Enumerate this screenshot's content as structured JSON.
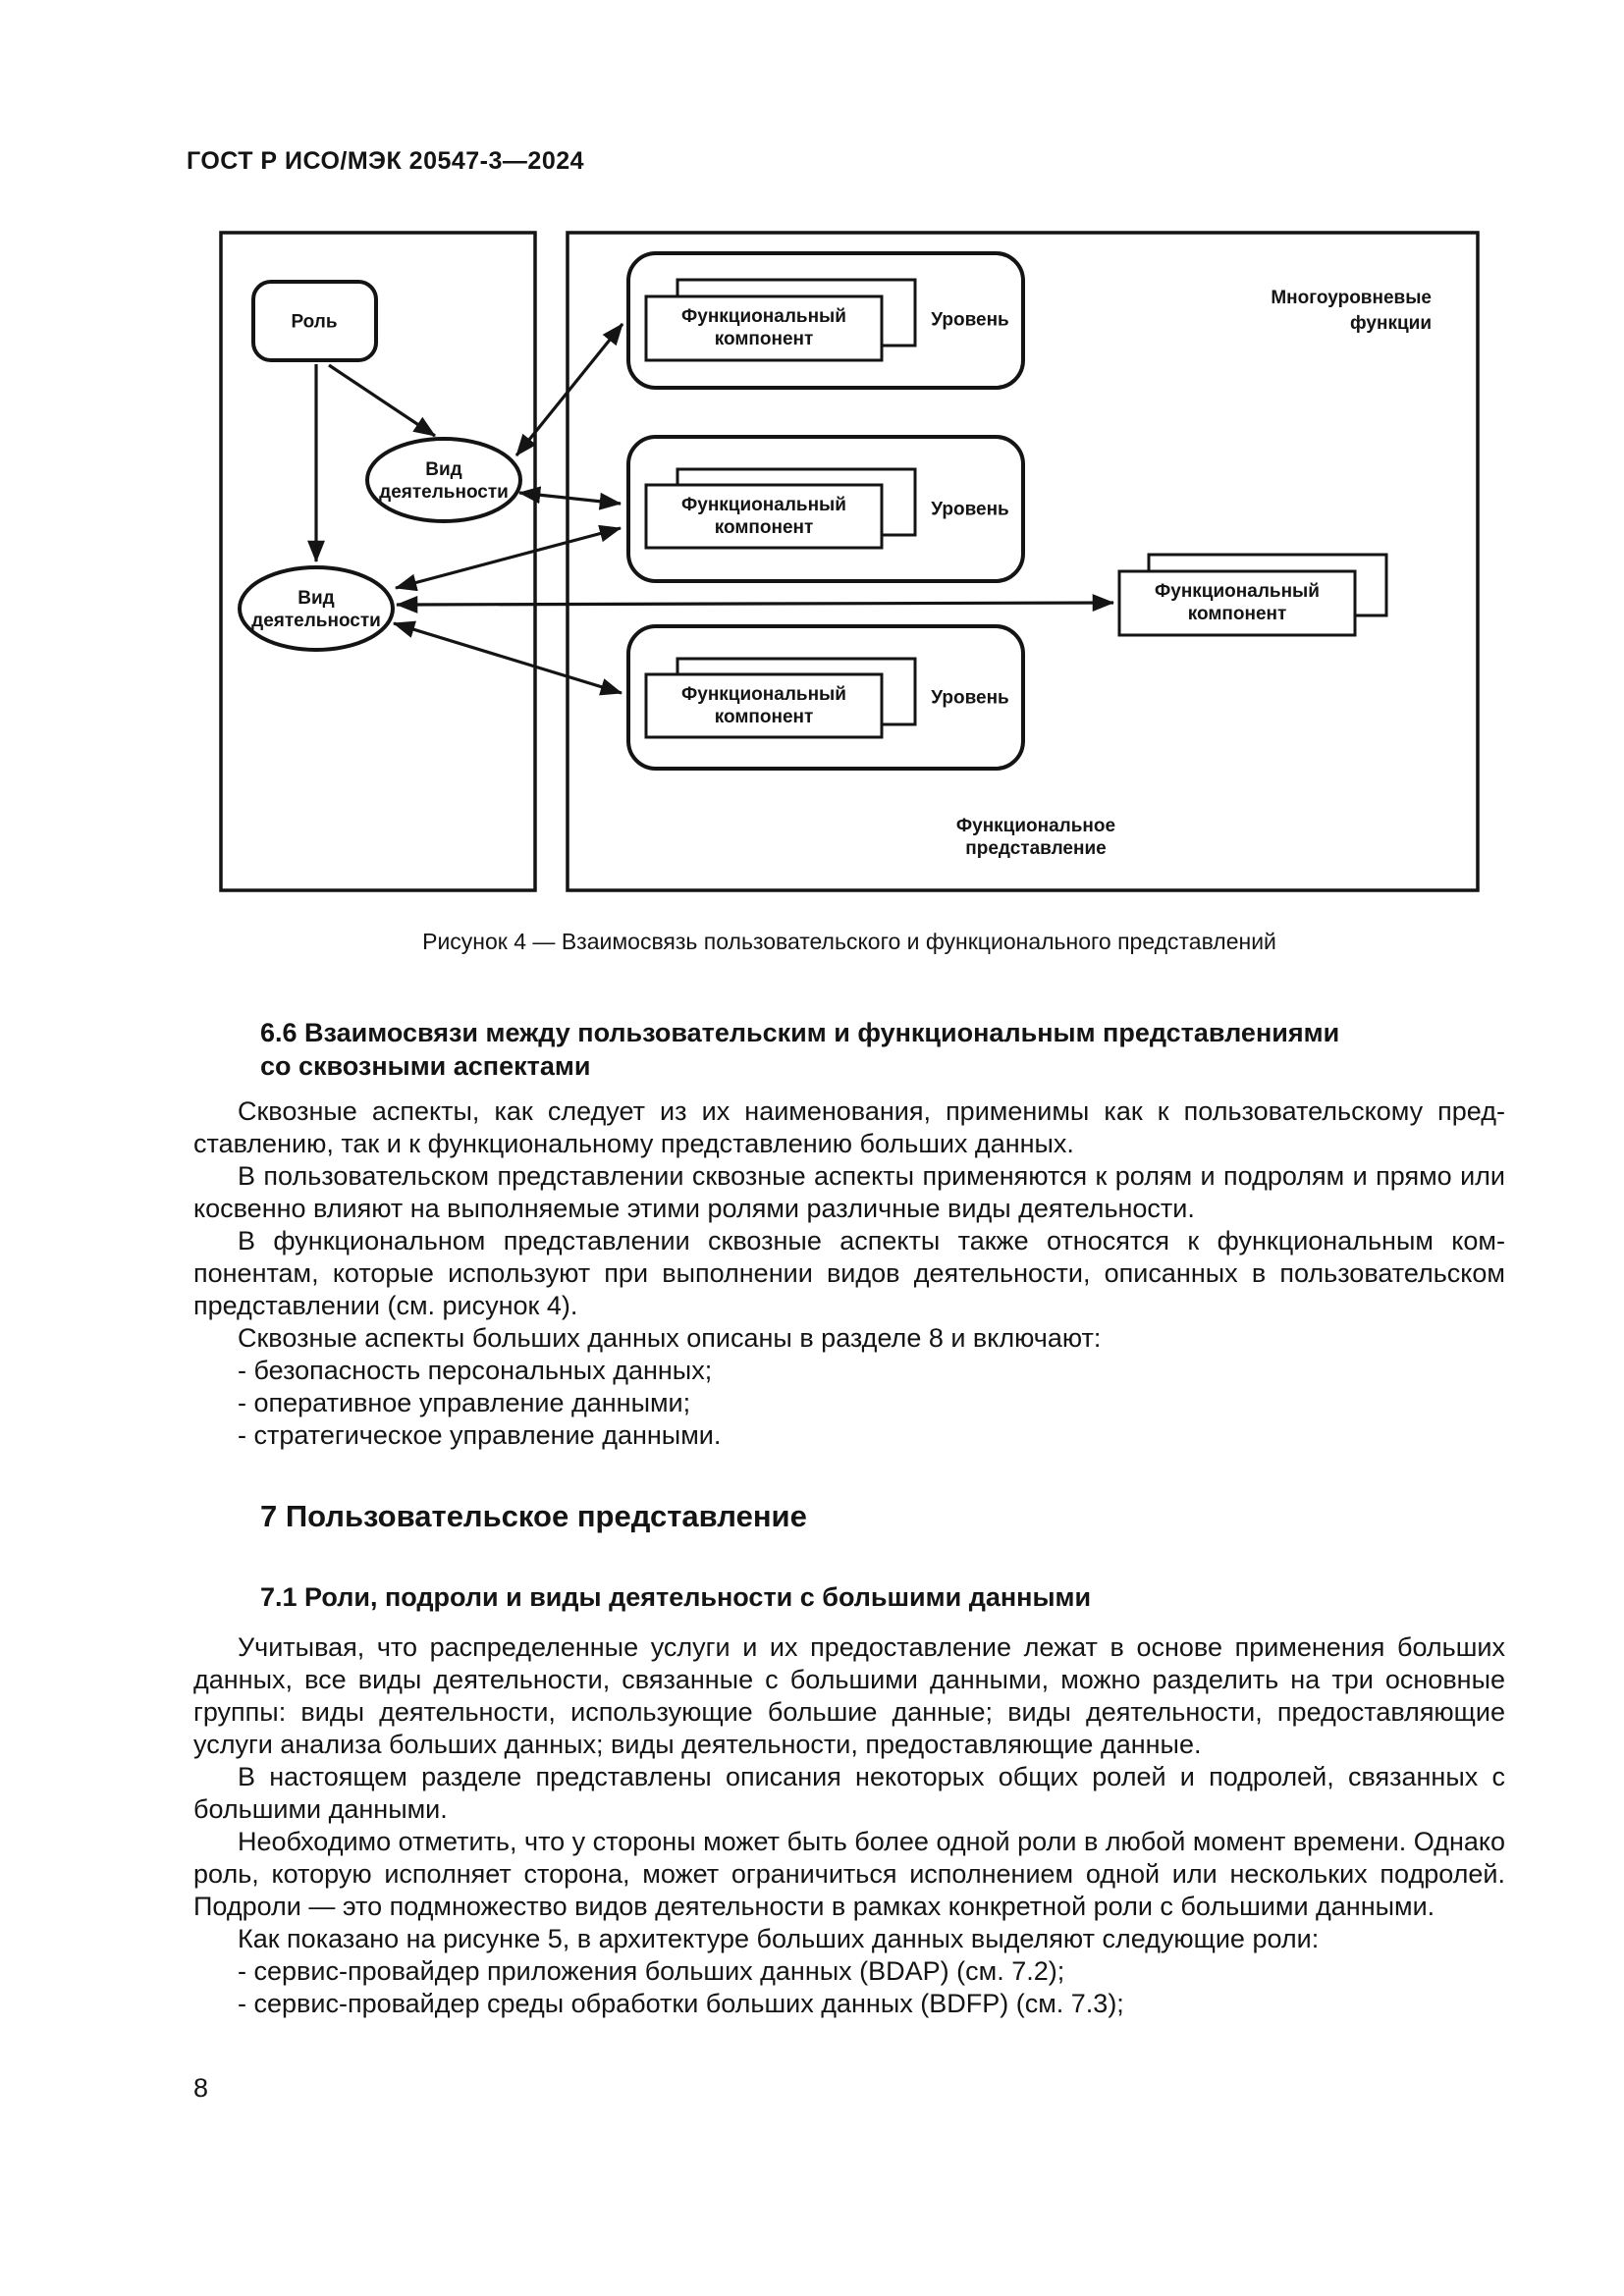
{
  "page": {
    "header": "ГОСТ Р ИСО/МЭК 20547-3—2024",
    "page_number": "8"
  },
  "colors": {
    "ink": "#141414",
    "paper": "#ffffff"
  },
  "figure": {
    "caption": "Рисунок 4 — Взаимосвязь пользовательского и функционального представлений",
    "labels": {
      "role": "Роль",
      "activity_line1": "Вид",
      "activity_line2": "деятельности",
      "component_line1": "Функциональный",
      "component_line2": "компонент",
      "level": "Уровень",
      "multilevel_line1": "Многоуровневые",
      "multilevel_line2": "функции",
      "functional_view_line1": "Функциональное",
      "functional_view_line2": "представление"
    }
  },
  "sections": {
    "h66_line1": "6.6 Взаимосвязи между пользовательским и функциональным представлениями",
    "h66_line2": "со сквозными аспектами",
    "p1": "Сквозные аспекты, как следует из их наименования, применимы как к пользовательскому пред­ставлению, так и к функциональному представлению больших данных.",
    "p2": "В пользовательском представлении сквозные аспекты применяются к ролям и подролям и прямо или косвенно влияют на выполняемые этими ролями различные виды деятельности.",
    "p3": "В функциональном представлении сквозные аспекты также относятся к функциональным ком­понентам, которые используют при выполнении видов деятельности, описанных в пользовательском представлении (см. рисунок 4).",
    "p4": "Сквозные аспекты больших данных описаны в разделе 8 и включают:",
    "bullets": [
      "- безопасность персональных данных;",
      "- оперативное управление данными;",
      "- стратегическое управление данными."
    ],
    "h7": "7 Пользовательское представление",
    "h71": "7.1 Роли, подроли и виды деятельности с большими данными",
    "p5": "Учитывая, что распределенные услуги и их предоставление лежат в основе применения больших данных, все виды деятельности, связанные с большими данными, можно разделить на три основные группы: виды деятельности, использующие большие данные; виды деятельности, предоставляющие услуги анализа больших данных; виды деятельности, предоставляющие данные.",
    "p6": "В настоящем разделе представлены описания некоторых общих ролей и подролей, связанных с большими данными.",
    "p7": "Необходимо отметить, что у стороны может быть более одной роли в любой момент времени. Однако роль, которую исполняет сторона, может ограничиться исполнением одной или нескольких под­ролей. Подроли — это подмножество видов деятельности в рамках конкретной роли с большими дан­ными.",
    "p8": "Как показано на рисунке 5, в архитектуре больших данных выделяют следующие роли:",
    "bullets2": [
      "- сервис-провайдер приложения больших данных (BDAP) (см. 7.2);",
      "- сервис-провайдер среды обработки больших данных (BDFP) (см. 7.3);"
    ]
  }
}
